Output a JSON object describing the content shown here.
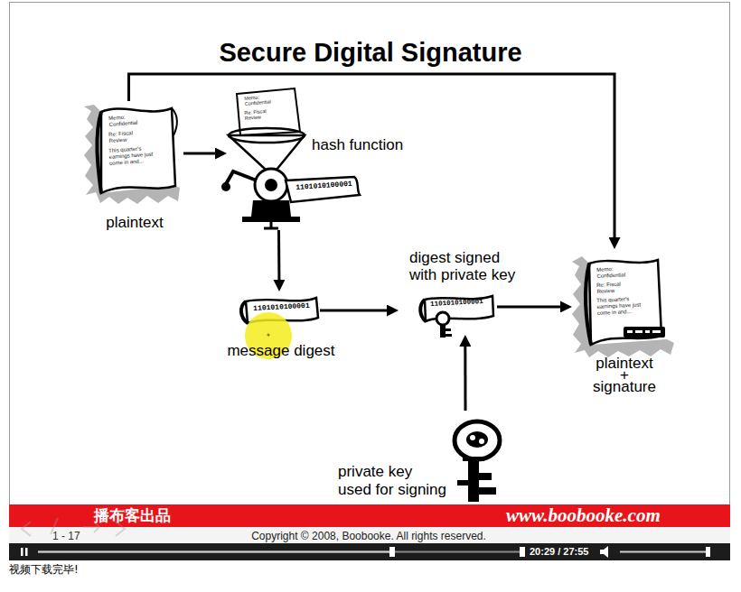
{
  "diagram": {
    "title": "Secure Digital Signature",
    "nodes": [
      {
        "text": [
          "plaintext"
        ]
      },
      {
        "text": [
          "hash function"
        ]
      },
      {
        "text": [
          "message digest"
        ]
      },
      {
        "text": [
          "digest signed with private key"
        ]
      },
      {
        "text": [
          "plaintext + signature"
        ]
      },
      {
        "text": [
          "private key used for signing"
        ]
      }
    ],
    "edges": [
      {
        "from": 0,
        "to": 1,
        "arrow": "to"
      },
      {
        "from": 1,
        "to": 2,
        "arrow": "to"
      },
      {
        "from": 2,
        "to": 3,
        "arrow": "to"
      },
      {
        "from": 3,
        "to": 4,
        "arrow": "to"
      },
      {
        "from": 5,
        "to": 3,
        "arrow": "to"
      },
      {
        "from": 0,
        "to": 4,
        "arrow": "to"
      }
    ],
    "labels": [
      "Memo: Confidential",
      "Re: Fiscal Review",
      "This quarter's earnings have just come in and...",
      "Memo: Confidential",
      "Re: Fiscal Review",
      "1101010100001",
      "1101010100001",
      "1101010100001",
      "Memo: Confidential",
      "Re: Fiscal Review",
      "This quarter's earnings have just come in and...",
      "1 - 17",
      "播布客出品",
      "www.boobooke.com",
      "Copyright © 2008, Boobooke. All rights reserved.",
      "20:29 / 27:55",
      "视频下载完毕!"
    ]
  }
}
